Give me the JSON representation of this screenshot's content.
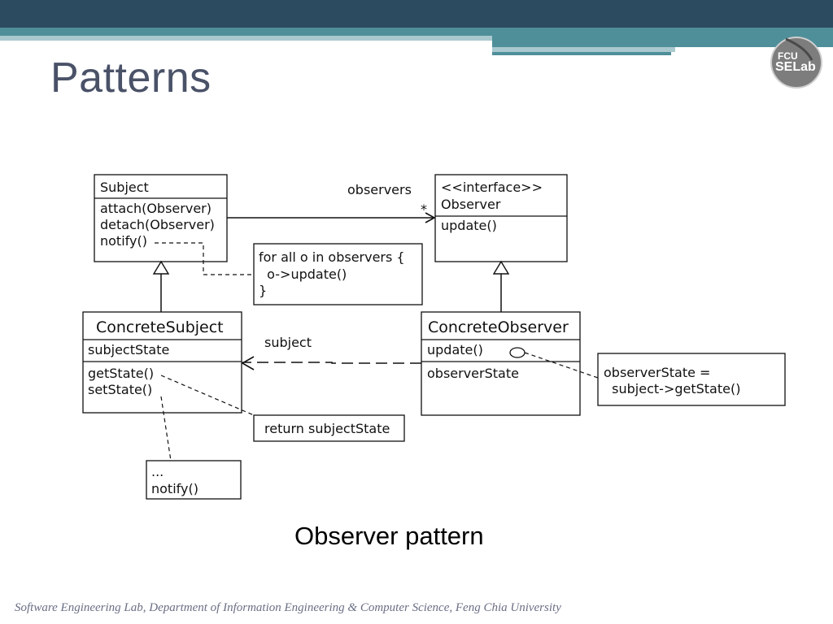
{
  "slide": {
    "title": "Patterns",
    "caption": "Observer pattern",
    "footer": "Software Engineering Lab, Department of Information Engineering & Computer Science, Feng Chia University",
    "logo": {
      "line1": "FCU",
      "line2": "SELab"
    },
    "colors": {
      "header_dark": "#2c4a60",
      "header_teal": "#4f8f9a",
      "header_light": "#a9c9cf",
      "title": "#4a5268"
    }
  },
  "diagram": {
    "subject": {
      "name": "Subject",
      "methods": [
        "attach(Observer)",
        "detach(Observer)",
        "notify()"
      ]
    },
    "observer": {
      "stereotype": "<<interface>>",
      "name": "Observer",
      "methods": [
        "update()"
      ]
    },
    "concrete_subject": {
      "name": "ConcreteSubject",
      "attributes": [
        "subjectState"
      ],
      "methods": [
        "getState()",
        "setState()"
      ]
    },
    "concrete_observer": {
      "name": "ConcreteObserver",
      "methods": [
        "update()"
      ],
      "attributes": [
        "observerState"
      ]
    },
    "notes": {
      "notify_impl": [
        "for all o in observers {",
        "  o->update()",
        "}"
      ],
      "getstate_impl": [
        "return subjectState"
      ],
      "setstate_impl": [
        "...",
        "notify()"
      ],
      "update_impl": [
        "observerState =",
        "  subject->getState()"
      ]
    },
    "associations": {
      "observers": "observers",
      "multiplicity": "*",
      "subject": "subject"
    }
  }
}
